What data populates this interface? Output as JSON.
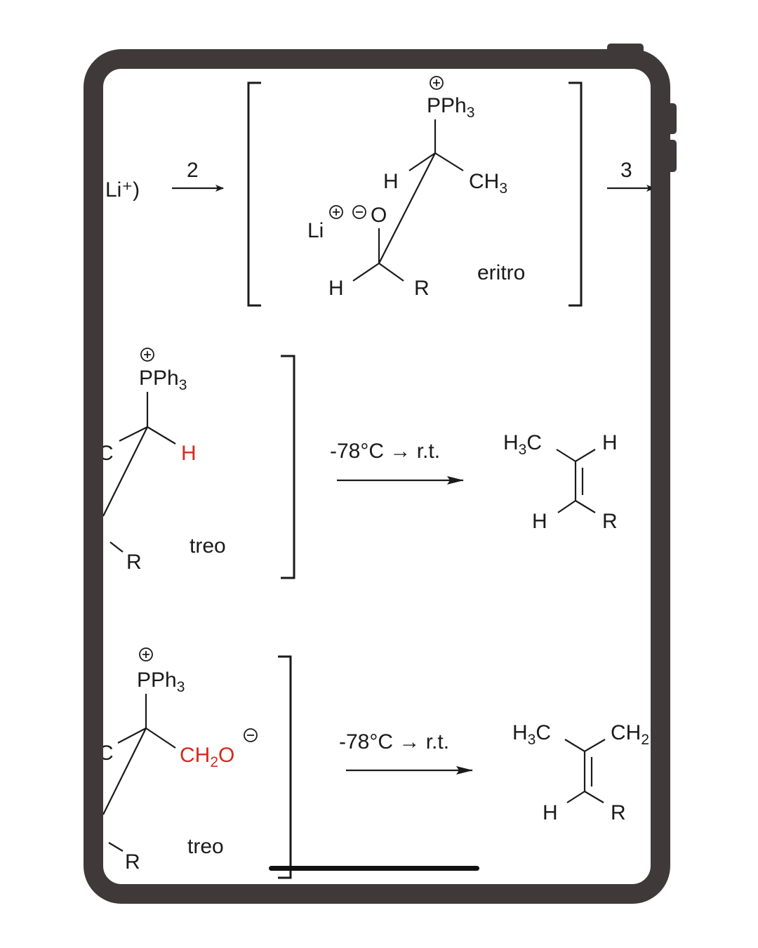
{
  "colors": {
    "frame": "#3f393a",
    "highlight": "#d42a1e",
    "ink": "#1a1a1a"
  },
  "step1": {
    "reagent_fragment": "Li⁺)",
    "arrow_label": "2"
  },
  "eritro": {
    "phosphonium": "PPh",
    "phosphonium_sub": "3",
    "h_top": "H",
    "methyl": "CH",
    "methyl_sub": "3",
    "lithium": "Li",
    "oxygen": "O",
    "h_bottom": "H",
    "r_group": "R",
    "label": "eritro"
  },
  "step3": {
    "arrow_label": "3"
  },
  "treo1": {
    "phosphonium": "PPh",
    "phosphonium_sub": "3",
    "h_red": "H",
    "c_fragment": "C",
    "r_group": "R",
    "label": "treo",
    "conditions": "-78°C → r.t.",
    "product": {
      "h3c": "H",
      "h3c_sub": "3",
      "h3c_c": "C",
      "h_top": "H",
      "h_bottom": "H",
      "r": "R"
    }
  },
  "treo2": {
    "phosphonium": "PPh",
    "phosphonium_sub": "3",
    "ch2o": "CH",
    "ch2o_sub": "2",
    "ch2o_o": "O",
    "c_fragment": "C",
    "r_group": "R",
    "label": "treo",
    "conditions": "-78°C → r.t.",
    "product": {
      "h3c": "H",
      "h3c_sub": "3",
      "h3c_c": "C",
      "ch2": "CH",
      "ch2_sub": "2",
      "h_bottom": "H",
      "r": "R"
    }
  }
}
